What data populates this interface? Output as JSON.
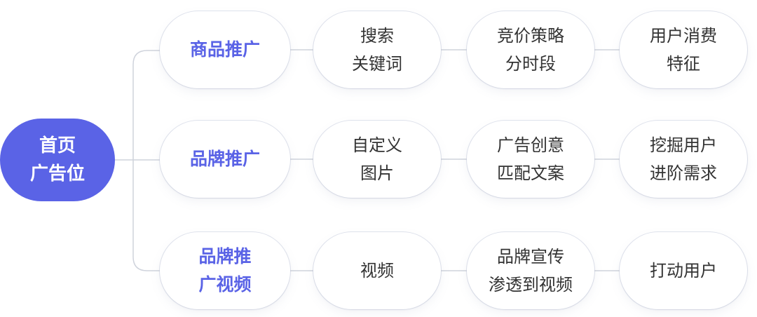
{
  "root": {
    "label": "首页\n广告位"
  },
  "branches": [
    {
      "label": "商品推广",
      "children": [
        "搜索\n关键词",
        "竞价策略\n分时段",
        "用户消费\n特征"
      ]
    },
    {
      "label": "品牌推广",
      "children": [
        "自定义\n图片",
        "广告创意\n匹配文案",
        "挖掘用户\n进阶需求"
      ]
    },
    {
      "label": "品牌推\n广视频",
      "children": [
        "视频",
        "品牌宣传\n渗透到视频",
        "打动用户"
      ]
    }
  ],
  "colors": {
    "accent": "#5a63e6",
    "text": "#333333",
    "connector": "#cfd3dc"
  }
}
